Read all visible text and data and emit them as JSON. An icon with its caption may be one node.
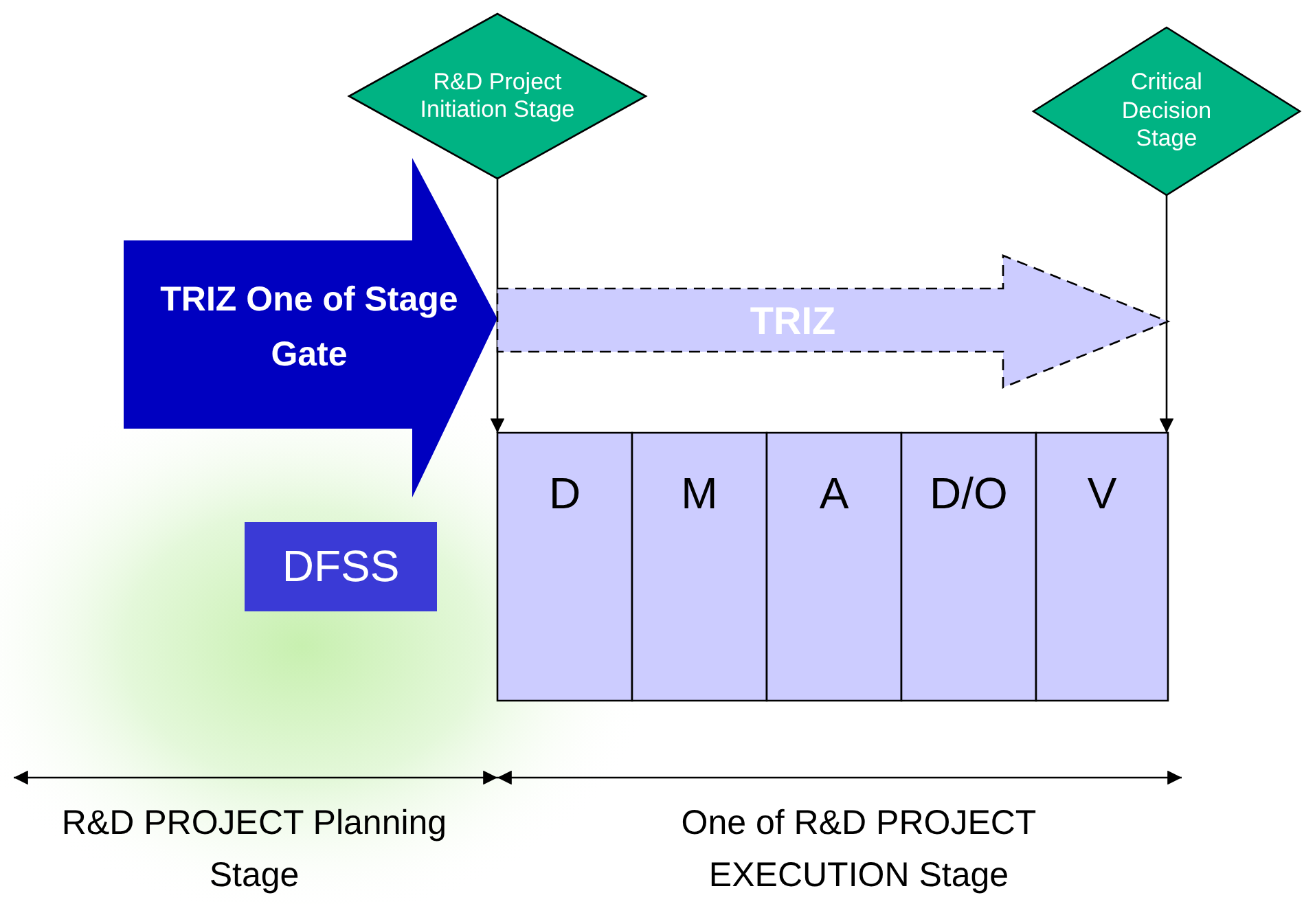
{
  "diagram": {
    "nodes": [
      {
        "text": [
          "R&D Project Initiation Stage"
        ]
      },
      {
        "text": [
          "Critical Decision Stage"
        ]
      },
      {
        "text": [
          "TRIZ One of Stage Gate"
        ]
      },
      {
        "text": [
          "TRIZ"
        ]
      },
      {
        "text": [
          "DFSS"
        ]
      },
      {
        "text": [
          "D"
        ]
      },
      {
        "text": [
          "M"
        ]
      },
      {
        "text": [
          "A"
        ]
      },
      {
        "text": [
          "D/O"
        ]
      },
      {
        "text": [
          "V"
        ]
      }
    ],
    "edges": [
      {
        "from": 0,
        "to": 5,
        "arrow": "to"
      },
      {
        "from": 1,
        "to": 9,
        "arrow": "to"
      }
    ],
    "labels": [
      "R&D PROJECT Planning Stage",
      "One of R&D PROJECT EXECUTION Stage"
    ]
  }
}
